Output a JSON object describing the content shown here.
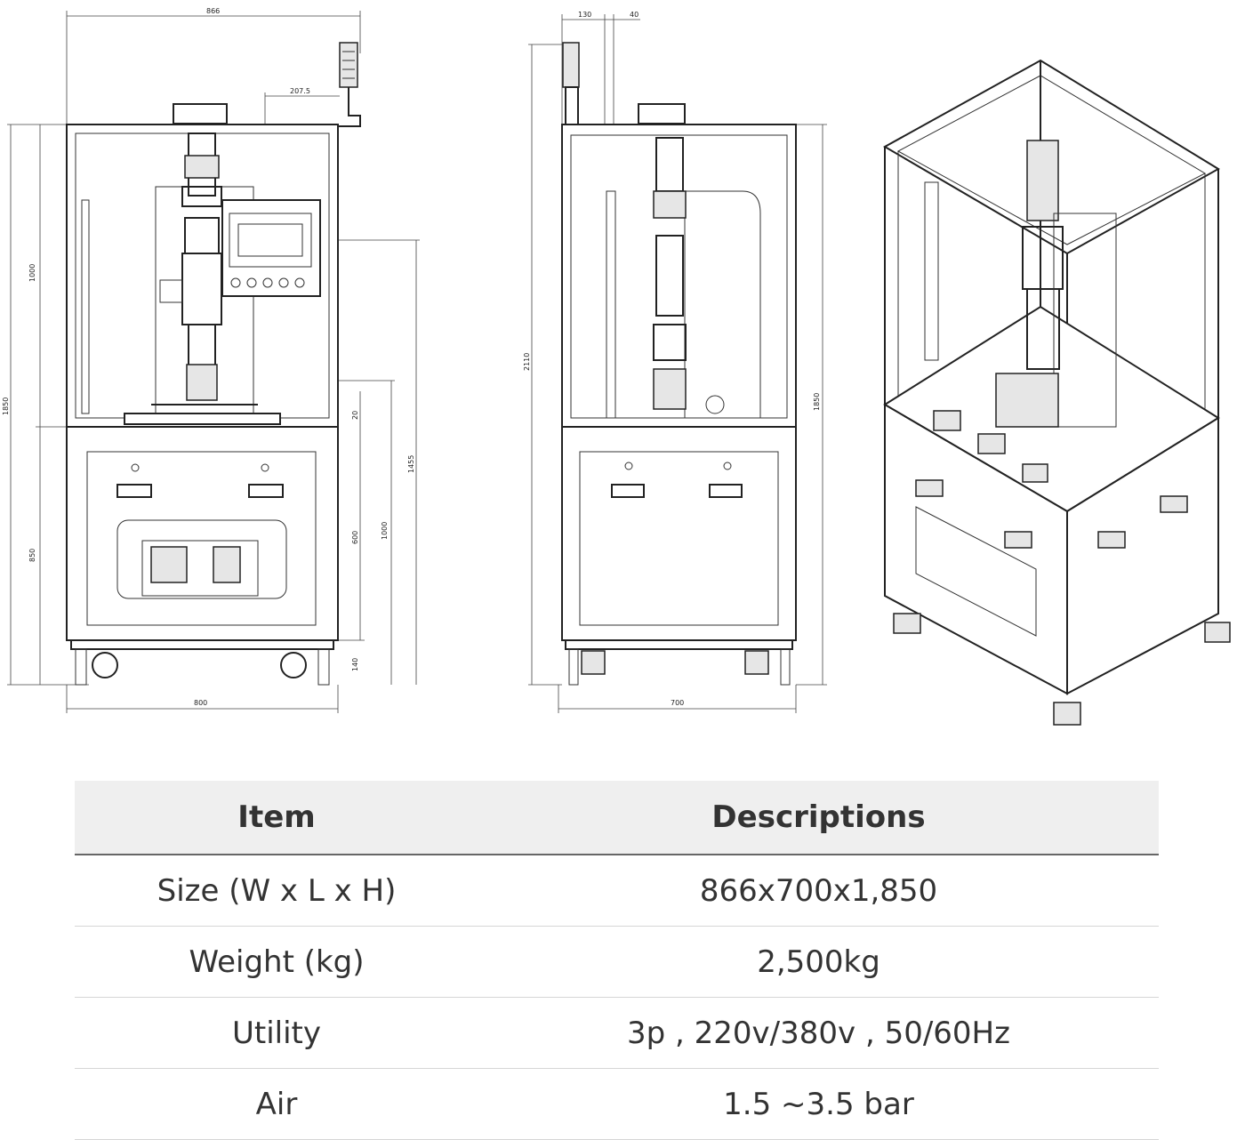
{
  "drawing": {
    "front_view": {
      "dimensions": {
        "width_top": "866",
        "offset": "207.5",
        "height_total": "1850",
        "upper": "1000",
        "lower": "850",
        "small": "20",
        "work_height": "1455",
        "h600": "600",
        "h1000": "1000",
        "caster": "140",
        "width_bottom": "800"
      }
    },
    "side_view": {
      "dimensions": {
        "top_a": "130",
        "top_b": "40",
        "height_total": "2110",
        "height_right": "1850",
        "width_bottom": "700"
      }
    }
  },
  "spec_table": {
    "headers": [
      "Item",
      "Descriptions"
    ],
    "rows": [
      {
        "item": "Size (W x L x H)",
        "description": "866x700x1,850"
      },
      {
        "item": "Weight (kg)",
        "description": "2,500kg"
      },
      {
        "item": "Utility",
        "description": "3p , 220v/380v , 50/60Hz"
      },
      {
        "item": "Air",
        "description": "1.5 ~3.5 bar"
      }
    ]
  }
}
